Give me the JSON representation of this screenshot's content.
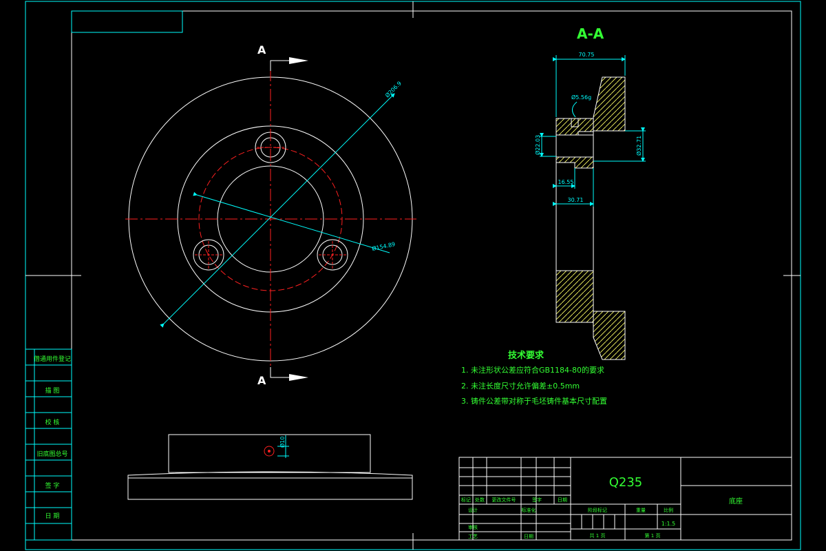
{
  "section": {
    "title": "A-A",
    "cut_label_top": "A",
    "cut_label_bottom": "A"
  },
  "dimensions": {
    "outer_diameter": "Ø206.9",
    "bolt_circle": "Ø154.89",
    "top_width": "70.75",
    "hole_callout": "Ø5.56g",
    "bore_left": "Ø22.03",
    "bore_right": "Ø32.71",
    "step_small": "16.55",
    "step_depth": "30.71",
    "side_hole": "Ø10"
  },
  "tech_requirements": {
    "heading": "技术要求",
    "items": [
      "1. 未注形状公差应符合GB1184-80的要求",
      "2. 未注长度尺寸允许偏差±0.5mm",
      "3. 铸件公差带对称于毛坯铸件基本尺寸配置"
    ]
  },
  "side_labels": [
    "借通用件登记",
    "描 图",
    "校 核",
    "旧底图总号",
    "签 字",
    "日 期"
  ],
  "title_block": {
    "material": "Q235",
    "part_name": "底座",
    "scale": "1:1.5",
    "sheet_total": "共 1 页",
    "sheet_index": "第 1 页",
    "rev_headers": [
      "标记",
      "处数",
      "更改文件号",
      "签字",
      "日期"
    ],
    "row_design": "设计",
    "row_standardize": "标准化",
    "row_check": "审核",
    "row_craft": "工艺",
    "row_date": "日期",
    "col_mark": "阶段标记",
    "col_weight": "重量",
    "col_ratio": "比例"
  },
  "colors": {
    "background": "#000000",
    "lines": "#ffffff",
    "frame": "#00ffff",
    "centerline": "#ff2020",
    "dimension": "#00ffff",
    "text": "#33ff33",
    "hatch": "#ffff66"
  }
}
